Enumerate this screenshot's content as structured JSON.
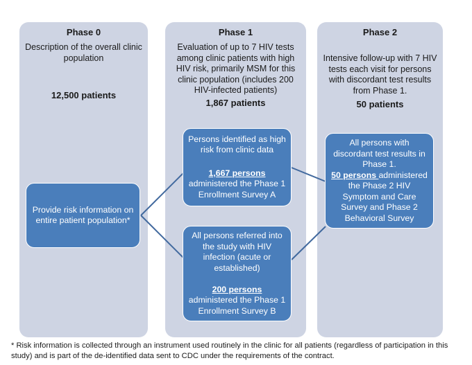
{
  "diagram": {
    "colors": {
      "panel_fill": "#ced4e3",
      "box_fill": "#4a7ebb",
      "box_text": "#ffffff",
      "connector": "#41699e",
      "page_background": "#ffffff"
    },
    "panels": [
      {
        "id": "phase-0",
        "title": "Phase 0",
        "description": "Description of the overall clinic population",
        "count": "12,500 patients"
      },
      {
        "id": "phase-1",
        "title": "Phase 1",
        "description": "Evaluation of up to 7 HIV tests among clinic patients with high HIV risk, primarily MSM for this clinic population (includes 200 HIV-infected patients)",
        "count": "1,867 patients"
      },
      {
        "id": "phase-2",
        "title": "Phase 2",
        "description": "Intensive follow-up with 7 HIV tests each visit for persons with discordant test results from Phase 1.",
        "count": "50 patients"
      }
    ],
    "boxes": [
      {
        "id": "phase0-action",
        "top_text": "Provide risk information on entire patient population*",
        "emphasis": "",
        "bottom_text": ""
      },
      {
        "id": "survey-a",
        "top_text": "Persons identified as high risk from clinic data",
        "emphasis": "1,667 persons",
        "bottom_text": " administered the Phase 1 Enrollment Survey A"
      },
      {
        "id": "survey-b",
        "top_text": "All persons  referred into the study  with HIV infection (acute or established)",
        "emphasis": "200 persons ",
        "bottom_text": "administered the Phase 1 Enrollment Survey B"
      },
      {
        "id": "phase2-survey",
        "top_text": "All persons with discordant test results in Phase 1.",
        "emphasis": "50 persons ",
        "bottom_text": "administered the Phase 2 HIV Symptom and Care Survey and Phase 2 Behavioral Survey"
      }
    ],
    "footnote": "* Risk information is collected through an instrument used routinely in the clinic for all patients (regardless of participation in this study) and is part of the de-identified data sent to CDC under the requirements of the contract."
  }
}
